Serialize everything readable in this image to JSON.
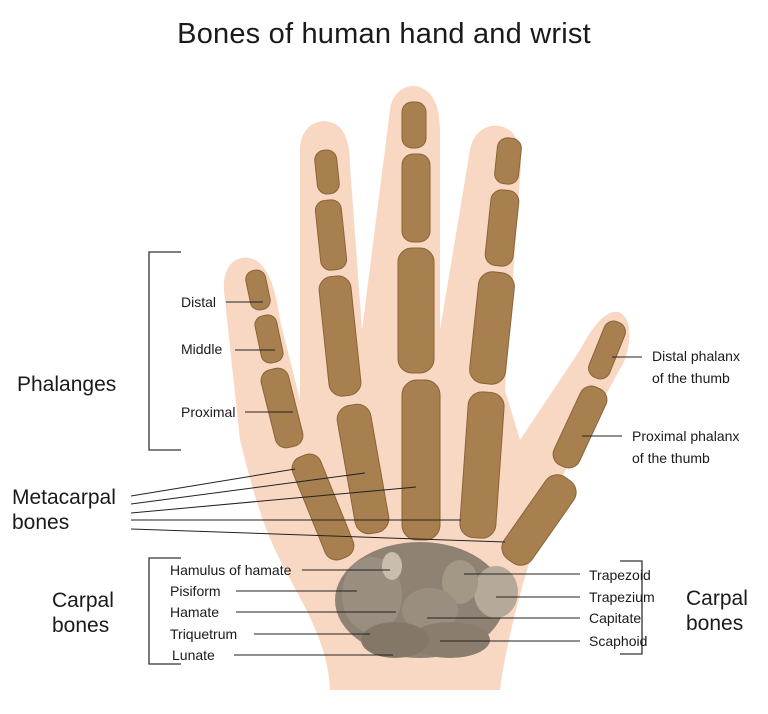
{
  "title": "Bones of human hand and wrist",
  "colors": {
    "skin": "#f9d8c3",
    "bone": "#a87f4e",
    "bone_highlight": "#c89a62",
    "carpal": "#8f8274",
    "carpal_light": "#b5aa9a",
    "line": "#222222"
  },
  "groups": {
    "phalanges": "Phalanges",
    "metacarpal": [
      "Metacarpal",
      "bones"
    ],
    "carpal_left": [
      "Carpal",
      "bones"
    ],
    "carpal_right": [
      "Carpal",
      "bones"
    ]
  },
  "phalanx_labels": {
    "distal": "Distal",
    "middle": "Middle",
    "proximal": "Proximal"
  },
  "thumb_labels": {
    "distal": [
      "Distal phalanx",
      "of the thumb"
    ],
    "proximal": [
      "Proximal phalanx",
      "of the thumb"
    ]
  },
  "carpal_left_labels": [
    "Hamulus of hamate",
    "Pisiform",
    "Hamate",
    "Triquetrum",
    "Lunate"
  ],
  "carpal_right_labels": [
    "Trapezoid",
    "Trapezium",
    "Capitate",
    "Scaphoid"
  ]
}
